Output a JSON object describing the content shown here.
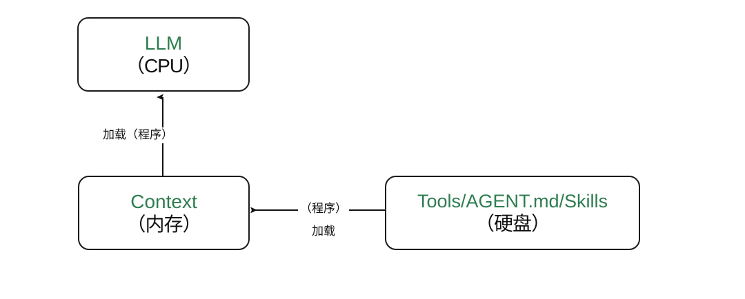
{
  "diagram": {
    "type": "flowchart",
    "background_color": "#ffffff",
    "accent_color": "#2e7d4f",
    "line_color": "#1a1a1a",
    "nodes": [
      {
        "id": "llm",
        "title": "LLM",
        "subtitle": "（CPU）",
        "title_color": "#2e7d4f",
        "subtitle_color": "#111111"
      },
      {
        "id": "context",
        "title": "Context",
        "subtitle": "（内存）",
        "title_color": "#2e7d4f",
        "subtitle_color": "#111111"
      },
      {
        "id": "tools",
        "title": "Tools/AGENT.md/Skills",
        "subtitle": "（硬盘）",
        "title_color": "#2e7d4f",
        "subtitle_color": "#111111"
      }
    ],
    "edges": [
      {
        "id": "context-to-llm",
        "from": "context",
        "to": "llm",
        "direction": "up",
        "label": "加载（程序）"
      },
      {
        "id": "tools-to-context",
        "from": "tools",
        "to": "context",
        "direction": "left",
        "label_line1": "（程序）",
        "label_line2": "加载"
      }
    ]
  }
}
